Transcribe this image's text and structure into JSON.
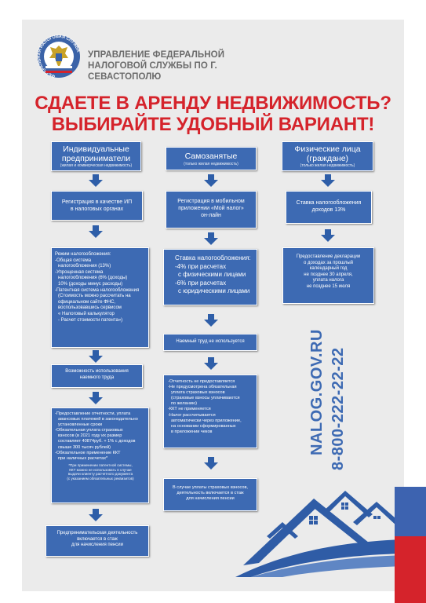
{
  "header": {
    "emblem_ring_text": "ФЕДЕРАЛЬНАЯ НАЛОГОВАЯ СЛУЖБА",
    "org_line1": "УПРАВЛЕНИЕ ФЕДЕРАЛЬНОЙ",
    "org_line2": "НАЛОГОВОЙ СЛУЖБЫ ПО Г. СЕВАСТОПОЛЮ"
  },
  "headline": {
    "line1": "СДАЕТЕ В АРЕНДУ НЕДВИЖИМОСТЬ?",
    "line2": "ВЫБИРАЙТЕ УДОБНЫЙ ВАРИАНТ!"
  },
  "columns": {
    "ip": {
      "title1": "Индивидуальные",
      "title2": "предприниматели",
      "subtitle": "(жилая и коммерческая недвижимость)",
      "registration": [
        "Регистрация в качестве ИП",
        "в налоговых органах"
      ],
      "regime": [
        "Режим налогообложения:",
        "-Общая система",
        "налогообложения (13%)",
        "-Упрощенная система",
        "налогообложения (6% (доходы)",
        "10% (доходы минус расходы)",
        "-Патентная система налогообложения",
        "(Стоимость можно рассчитать на",
        "официальном сайте ФНС,",
        "воспользовавшись сервисом",
        "« Налоговый калькулятор",
        "- Расчет стоимости патента»)"
      ],
      "hired_labor": [
        "Возможность использования",
        "наемного труда"
      ],
      "obligations": [
        "-Предоставление отчетности, уплата",
        "авансовых платежей в законодательно",
        "установленные сроки",
        "-Обязательная уплата страховых",
        "взносов (в 2021 году их размер",
        "составляет 40874руб. + 1% с доходов",
        "свыше 300 тысяч рублей)",
        "-Обязательное применение ККТ",
        "при наличных расчетах*"
      ],
      "footnote": [
        "*При применении патентной системы,",
        "ККТ можно не использовать в случае",
        "выдачи клиенту расчетного документа",
        "(с указанием обязательных реквизитов)"
      ],
      "pension": [
        "Предпринимательская деятельность",
        "включается в стаж",
        "для начисления пенсии"
      ]
    },
    "self": {
      "title1": "Самозанятые",
      "subtitle": "(только жилая недвижимость)",
      "registration": [
        "Регистрация в мобильном",
        "приложении «Мой налог»",
        "он-лайн"
      ],
      "rate": [
        "Ставка налогообложения:",
        "-4% при расчетах",
        "с физическими лицами",
        "-6% при расчетах",
        "с юридическими лицами"
      ],
      "no_hired": "Наемный труд не используется",
      "conditions": [
        "-Отчетность не предоставляется",
        "-Не предусмотрена обязательная",
        "уплата страховых взносов",
        "(страховые взносы уплачиваются",
        "по желанию)",
        "-ККТ не применяется",
        "-Налог рассчитывается",
        "автоматически через приложение,",
        "на основании сформированных",
        "в приложении чеков"
      ],
      "pension": [
        "В случае уплаты страховых взносов,",
        "деятельность включается в стаж",
        "для начисления пенсии"
      ]
    },
    "person": {
      "title1": "Физические лица",
      "title2": "(граждане)",
      "subtitle": "(только жилая недвижимость)",
      "rate": [
        "Ставка налогообложения",
        "доходов 13%"
      ],
      "declaration": [
        "Предоставление  декларации",
        "о доходах за прошлый",
        "календарный год",
        "не позднее 30 апреля,",
        "уплата налога",
        "не позднее 15 июля"
      ]
    }
  },
  "contacts": {
    "site": "NALOG.GOV.RU",
    "phone": "8-800-222-22-22"
  },
  "colors": {
    "box_blue": "#3d6ab3",
    "headline_red": "#d5232b",
    "arrow_blue": "#2e5ea8",
    "background_gray": "#ebebeb"
  }
}
